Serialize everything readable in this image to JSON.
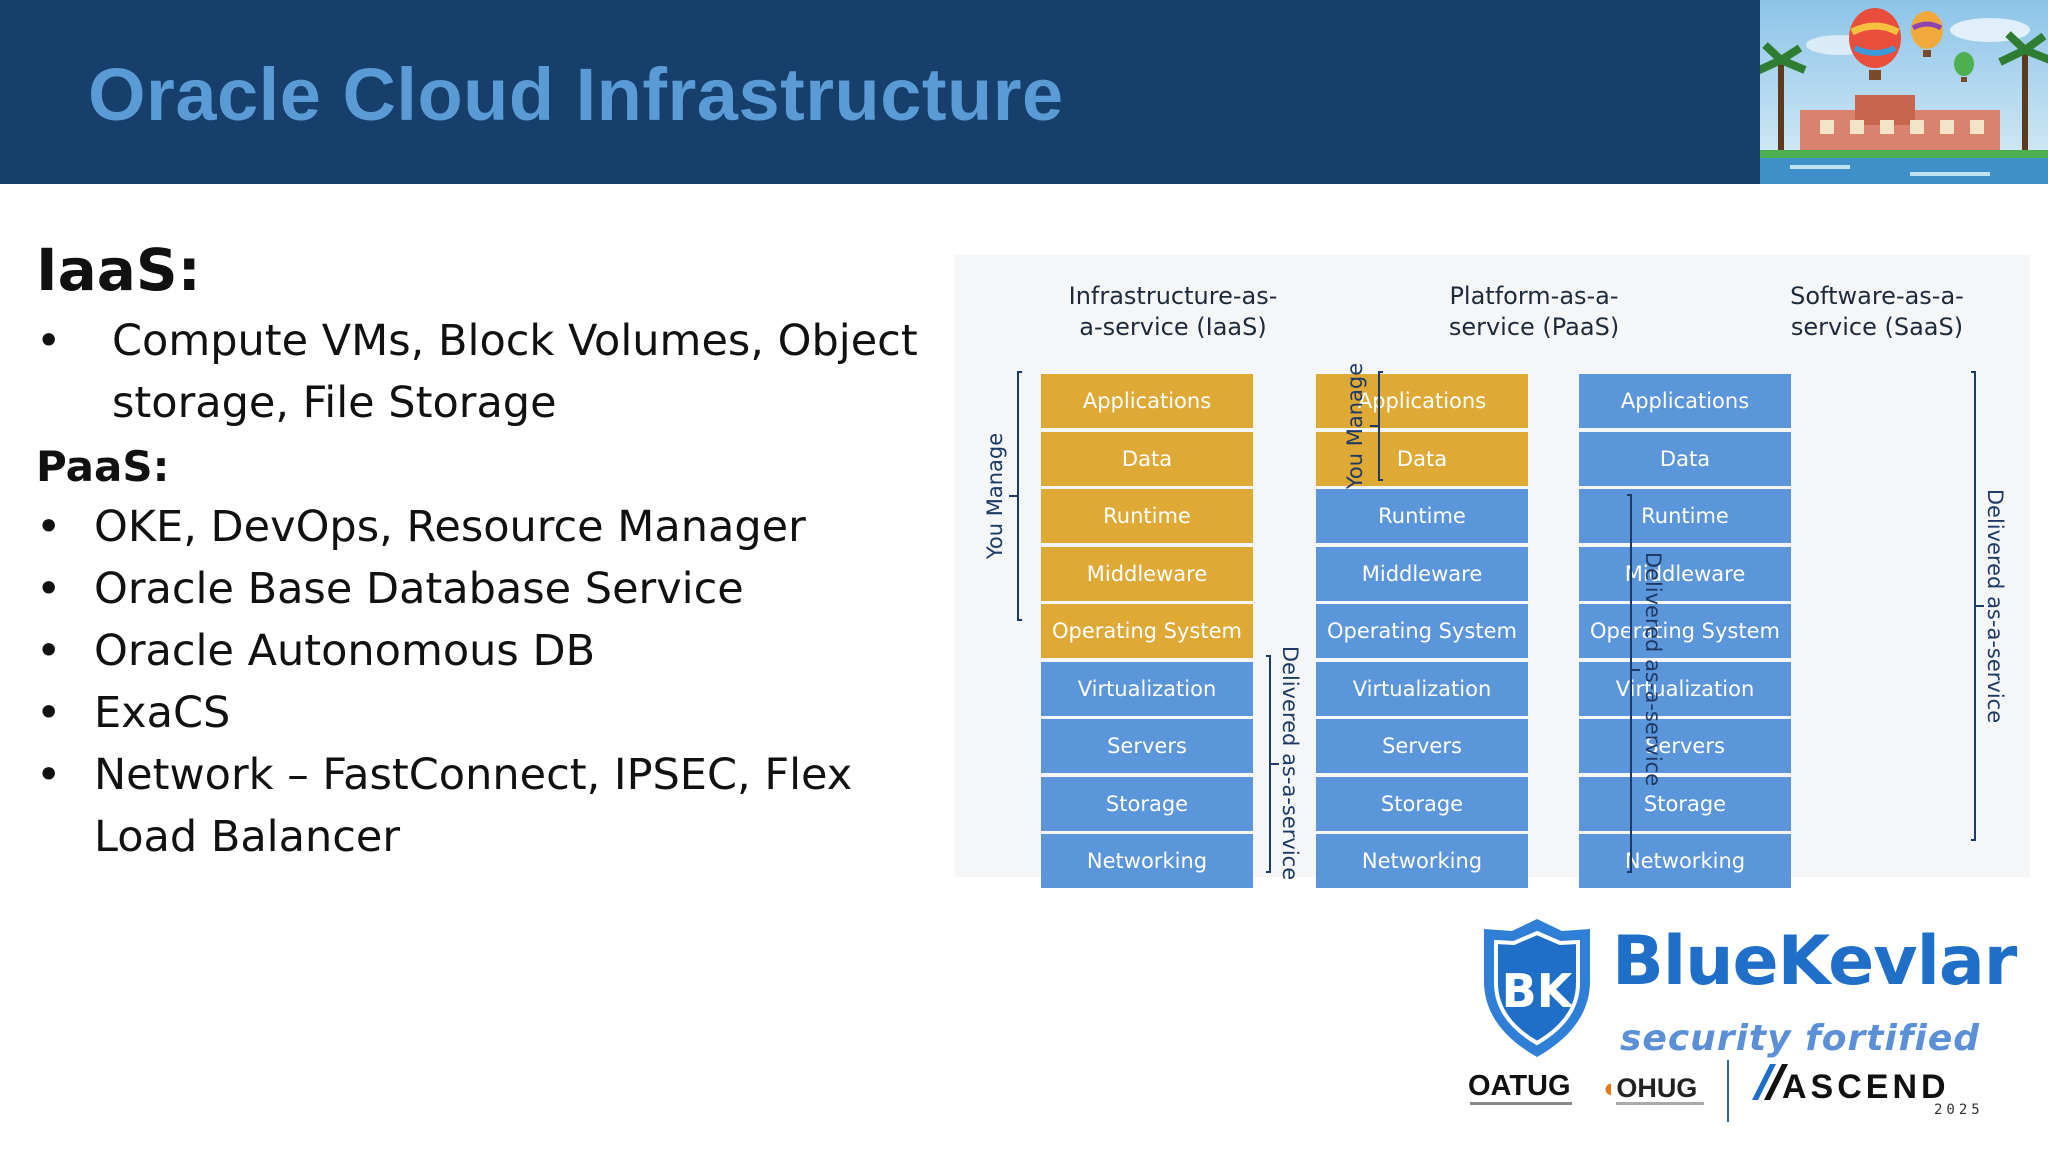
{
  "header": {
    "title": "Oracle Cloud Infrastructure"
  },
  "content": {
    "iaas_heading": "IaaS:",
    "iaas_items": [
      "Compute VMs, Block Volumes, Object storage, File Storage"
    ],
    "paas_heading": "PaaS:",
    "paas_items": [
      "OKE, DevOps, Resource Manager",
      "Oracle Base Database Service",
      "Oracle Autonomous DB",
      "ExaCS",
      "Network – FastConnect, IPSEC, Flex Load Balancer"
    ],
    "bullet_glyph": "•"
  },
  "diagram": {
    "colors": {
      "managed": "#dfa936",
      "delivered": "#5b96da",
      "background": "#f4f6f8"
    },
    "columns": [
      {
        "heading_line1": "Infrastructure-as-",
        "heading_line2": "a-service (IaaS)",
        "managed_count": 5,
        "layers": [
          "Applications",
          "Data",
          "Runtime",
          "Middleware",
          "Operating System",
          "Virtualization",
          "Servers",
          "Storage",
          "Networking"
        ]
      },
      {
        "heading_line1": "Platform-as-a-",
        "heading_line2": "service (PaaS)",
        "managed_count": 2,
        "layers": [
          "Applications",
          "Data",
          "Runtime",
          "Middleware",
          "Operating System",
          "Virtualization",
          "Servers",
          "Storage",
          "Networking"
        ]
      },
      {
        "heading_line1": "Software-as-a-",
        "heading_line2": "service (SaaS)",
        "managed_count": 0,
        "layers": [
          "Applications",
          "Data",
          "Runtime",
          "Middleware",
          "Operating System",
          "Virtualization",
          "Servers",
          "Storage",
          "Networking"
        ]
      }
    ],
    "you_manage_label": "You Manage",
    "delivered_label": "Delivered as-a-service"
  },
  "logos": {
    "bk_initials": "BK",
    "brand": "BlueKevlar",
    "tagline": "security fortified",
    "oatug": "OATUG",
    "ohug": "OHUG",
    "ascend": "ASCEND",
    "ascend_year": "2025"
  }
}
